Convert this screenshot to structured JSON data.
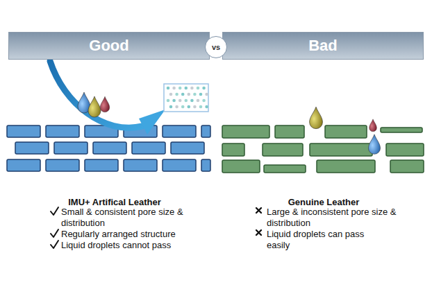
{
  "diagram": {
    "nodes": [
      {
        "text": [
          "Good"
        ]
      },
      {
        "text": [
          "vs"
        ]
      },
      {
        "text": [
          "Bad"
        ]
      }
    ],
    "labels": [
      "IMU+ Artifical Leather",
      "Small & consistent pore size & distribution",
      "Regularly arranged structure",
      "Liquid droplets cannot pass",
      "Genuine Leather",
      "Large & inconsistent pore size & distribution",
      "Liquid droplets can pass easily"
    ]
  }
}
